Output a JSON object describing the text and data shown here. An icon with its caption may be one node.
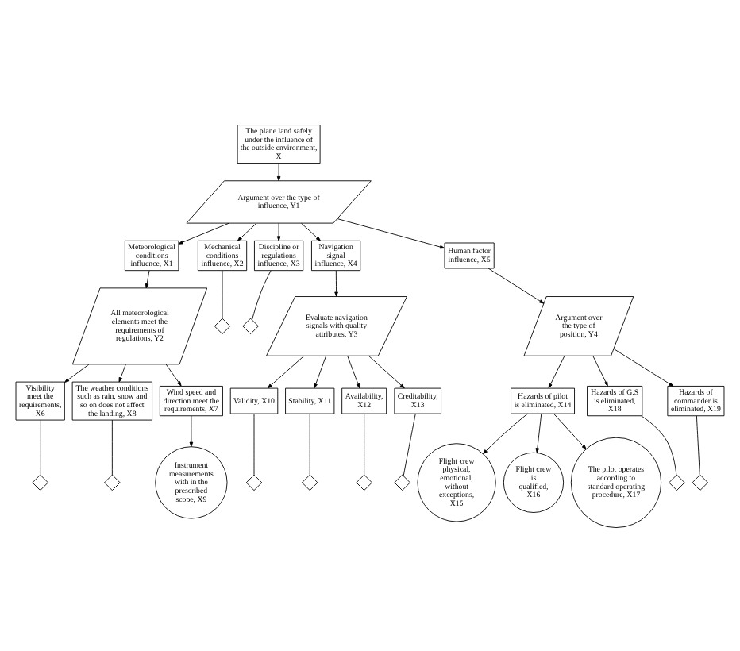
{
  "diagram": {
    "nodes": [
      {
        "text": [
          "The plane land safely under the influence of the outside environment, X"
        ]
      },
      {
        "text": [
          "Argument over the type of influence, Y1"
        ]
      },
      {
        "text": [
          "Meteorological conditions influence, X1"
        ]
      },
      {
        "text": [
          "Mechanical conditions influence, X2"
        ]
      },
      {
        "text": [
          "Discipline or regulations influence, X3"
        ]
      },
      {
        "text": [
          "Navigation signal influence, X4"
        ]
      },
      {
        "text": [
          "Human factor influence, X5"
        ]
      },
      {
        "text": [
          "All meteorological elements meet the requirements of regulations, Y2"
        ]
      },
      {
        "text": [
          "Evaluate navigation signals with quality attributes, Y3"
        ]
      },
      {
        "text": [
          "Argument over the type of position, Y4"
        ]
      },
      {
        "text": [
          "Visibility meet the requirements, X6"
        ]
      },
      {
        "text": [
          "The weather conditions such as rain, snow and so on does not affect the landing, X8"
        ]
      },
      {
        "text": [
          "Wind speed and direction meet the requirements, X7"
        ]
      },
      {
        "text": [
          "Validity, X10"
        ]
      },
      {
        "text": [
          "Stability, X11"
        ]
      },
      {
        "text": [
          "Availability, X12"
        ]
      },
      {
        "text": [
          "Creditability, X13"
        ]
      },
      {
        "text": [
          "Hazards of pilot is eliminated, X14"
        ]
      },
      {
        "text": [
          "Hazards of G.S is eliminated, X18"
        ]
      },
      {
        "text": [
          "Hazards of commander is eliminated, X19"
        ]
      },
      {
        "text": [
          "Instrument measurements with in the prescribed scope, X9"
        ]
      },
      {
        "text": [
          "Flight crew physical, emotional, without exceptions, X15"
        ]
      },
      {
        "text": [
          "Flight crew is qualified, X16"
        ]
      },
      {
        "text": [
          "The pilot operates according to standard operating procedure, X17"
        ]
      },
      {
        "text": [],
        "shape": "diamond"
      },
      {
        "text": [],
        "shape": "diamond"
      },
      {
        "text": [],
        "shape": "diamond"
      },
      {
        "text": [],
        "shape": "diamond"
      },
      {
        "text": [],
        "shape": "diamond"
      },
      {
        "text": [],
        "shape": "diamond"
      },
      {
        "text": [],
        "shape": "diamond"
      },
      {
        "text": [],
        "shape": "diamond"
      },
      {
        "text": [],
        "shape": "diamond"
      },
      {
        "text": [],
        "shape": "diamond"
      }
    ],
    "edges": [
      {
        "from": 0,
        "to": 1,
        "arrow": "to"
      },
      {
        "from": 1,
        "to": 2,
        "arrow": "to"
      },
      {
        "from": 1,
        "to": 3,
        "arrow": "to"
      },
      {
        "from": 1,
        "to": 4,
        "arrow": "to"
      },
      {
        "from": 1,
        "to": 5,
        "arrow": "to"
      },
      {
        "from": 1,
        "to": 6,
        "arrow": "to"
      },
      {
        "from": 2,
        "to": 7,
        "arrow": "to"
      },
      {
        "from": 5,
        "to": 8,
        "arrow": "to"
      },
      {
        "from": 6,
        "to": 9,
        "arrow": "to"
      },
      {
        "from": 7,
        "to": 10,
        "arrow": "to"
      },
      {
        "from": 7,
        "to": 12,
        "arrow": "to"
      },
      {
        "from": 7,
        "to": 11,
        "arrow": "to"
      },
      {
        "from": 8,
        "to": 13,
        "arrow": "to"
      },
      {
        "from": 8,
        "to": 14,
        "arrow": "to"
      },
      {
        "from": 8,
        "to": 15,
        "arrow": "to"
      },
      {
        "from": 8,
        "to": 16,
        "arrow": "to"
      },
      {
        "from": 9,
        "to": 17,
        "arrow": "to"
      },
      {
        "from": 9,
        "to": 18,
        "arrow": "to"
      },
      {
        "from": 9,
        "to": 19,
        "arrow": "to"
      },
      {
        "from": 12,
        "to": 20,
        "arrow": "to"
      },
      {
        "from": 17,
        "to": 21,
        "arrow": "to"
      },
      {
        "from": 17,
        "to": 22,
        "arrow": "to"
      },
      {
        "from": 17,
        "to": 23,
        "arrow": "to"
      },
      {
        "from": 3,
        "to": 24,
        "arrow": "none"
      },
      {
        "from": 4,
        "to": 25,
        "arrow": "none"
      },
      {
        "from": 10,
        "to": 26,
        "arrow": "none"
      },
      {
        "from": 11,
        "to": 27,
        "arrow": "none"
      },
      {
        "from": 13,
        "to": 28,
        "arrow": "none"
      },
      {
        "from": 14,
        "to": 29,
        "arrow": "none"
      },
      {
        "from": 15,
        "to": 30,
        "arrow": "none"
      },
      {
        "from": 16,
        "to": 31,
        "arrow": "none"
      },
      {
        "from": 18,
        "to": 32,
        "arrow": "none"
      },
      {
        "from": 19,
        "to": 33,
        "arrow": "none"
      }
    ]
  }
}
